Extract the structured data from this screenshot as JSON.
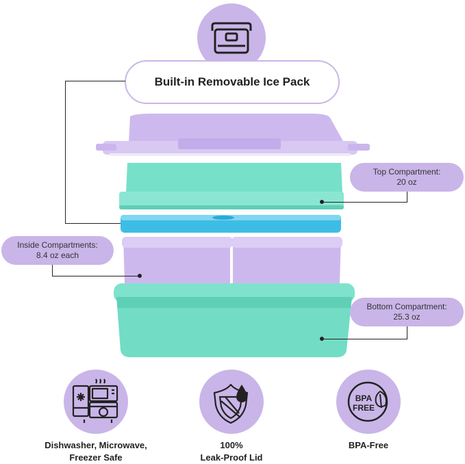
{
  "header": {
    "icon": "lunch-container-icon",
    "title": "Built-in Removable Ice Pack"
  },
  "callouts": {
    "top_compartment": {
      "line1": "Top Compartment:",
      "line2": "20 oz"
    },
    "inside_compartments": {
      "line1": "Inside Compartments:",
      "line2": "8.4 oz each"
    },
    "bottom_compartment": {
      "line1": "Bottom Compartment:",
      "line2": "25.3 oz"
    }
  },
  "features": [
    {
      "icon": "appliances-icon",
      "line1": "Dishwasher, Microwave,",
      "line2": "Freezer Safe"
    },
    {
      "icon": "shield-drop-icon",
      "line1": "100%",
      "line2": "Leak-Proof Lid"
    },
    {
      "icon": "bpa-free-leaf-icon",
      "line1": "BPA-Free",
      "line2": ""
    }
  ],
  "badge_text": {
    "bpa": "BPA",
    "free": "FREE"
  },
  "colors": {
    "lavender": "#c9b5e8",
    "lid_purple": "#c8b4ec",
    "mint": "#6fdcc4",
    "ice_blue": "#3cbfe6"
  }
}
